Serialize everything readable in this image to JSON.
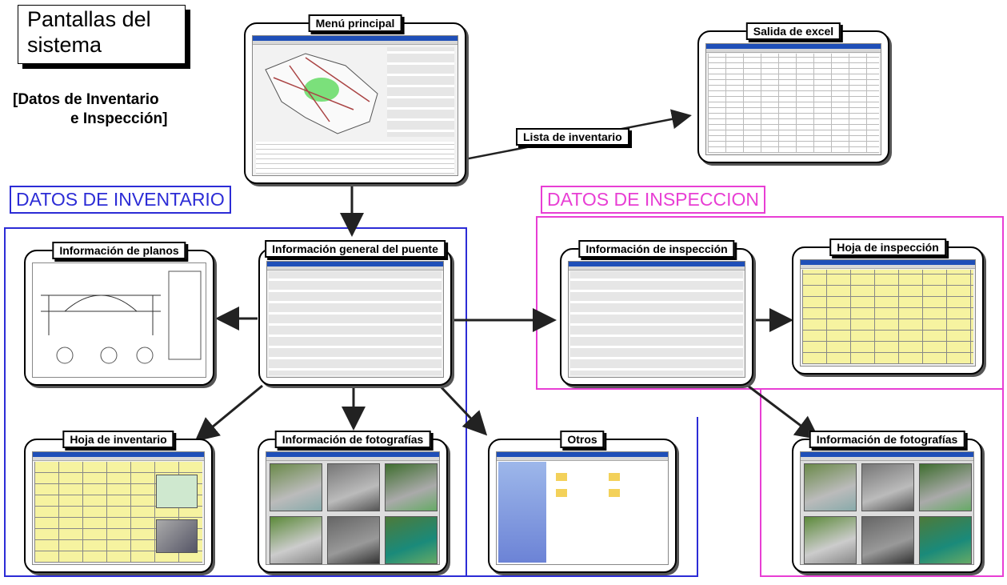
{
  "title": {
    "line1": "Pantallas del",
    "line2": "sistema"
  },
  "subtitle": {
    "line1": "[Datos de Inventario",
    "line2": "e Inspección]"
  },
  "sections": {
    "inventory": "DATOS DE INVENTARIO",
    "inspection": "DATOS DE INSPECCION"
  },
  "cards": {
    "main_menu": "Menú principal",
    "excel_output": "Salida de excel",
    "inventory_list": "Lista de inventario",
    "plans_info": "Información de planos",
    "bridge_general_info": "Información general del puente",
    "inventory_sheet": "Hoja de inventario",
    "photos_info": "Información de fotografías",
    "others": "Otros",
    "inspection_info": "Información de inspección",
    "inspection_sheet": "Hoja de inspección",
    "inspection_photos_info": "Información de fotografías"
  },
  "colors": {
    "inventory_accent": "#2c2cd6",
    "inspection_accent": "#e83ed4",
    "excel_highlight": "#f6f3a0",
    "window_titlebar": "#1f4fb8"
  }
}
